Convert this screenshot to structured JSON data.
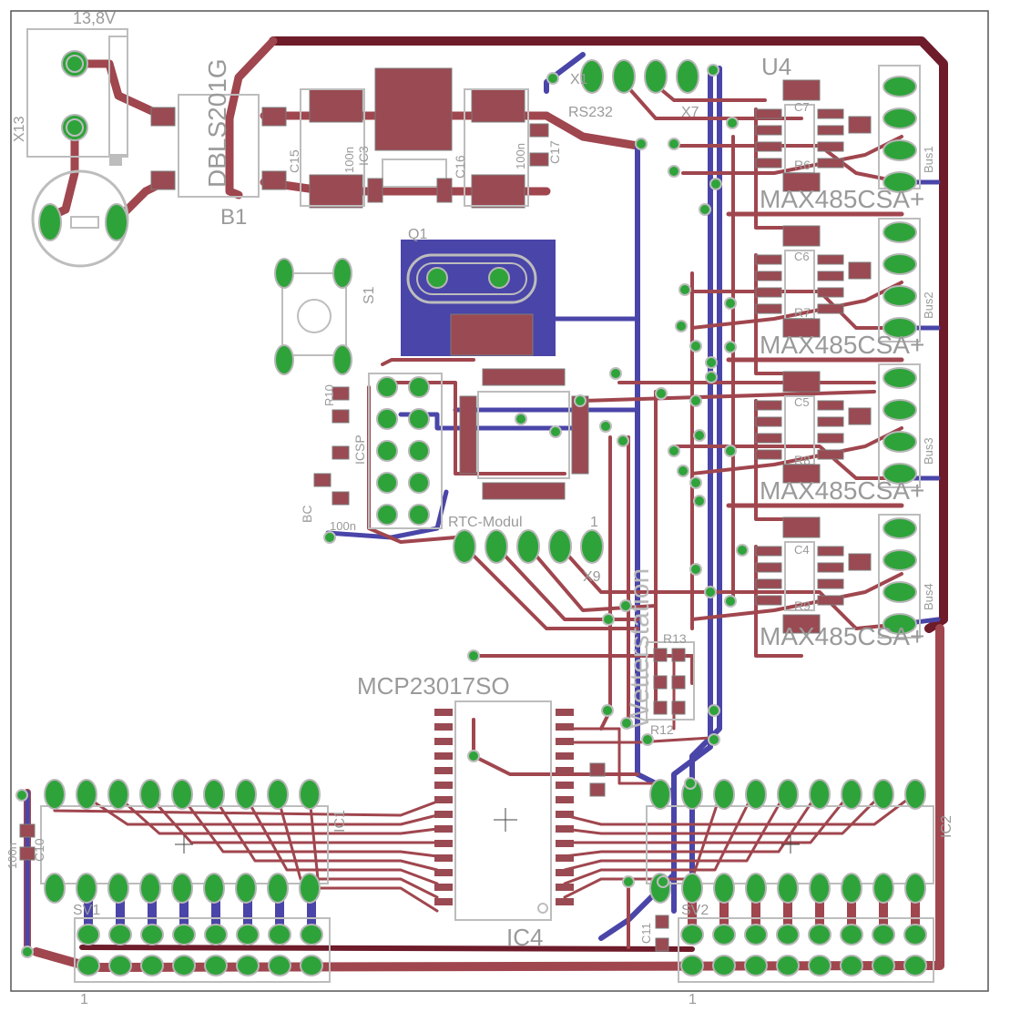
{
  "board": {
    "title": "PCB layout",
    "colors": {
      "background": "#ffffff",
      "top_copper": "#a0464e",
      "power_copper": "#6e1b2a",
      "bottom_copper": "#4a45a8",
      "pads": "#2ea33a",
      "silkscreen": "#9a9a9a"
    }
  },
  "labels": {
    "voltage": "13,8V",
    "x13": "X13",
    "bridge": "DBLS201G",
    "b1": "B1",
    "c15": "C15",
    "ic3": "IC3",
    "c16": "C16",
    "c17": "C17",
    "val_100n_a": "100n",
    "val_100n_b": "100n",
    "x1": "X1",
    "x7": "X7",
    "rs232": "RS232",
    "s1": "S1",
    "q1": "Q1",
    "rtc": "RTC-Modul",
    "x9": "X9",
    "one_a": "1",
    "mcp": "MCP23017SO",
    "ic4": "IC4",
    "r13": "R13",
    "r12": "R12",
    "ic1": "IC1",
    "ic2": "IC2",
    "c10": "C10",
    "val_100n_c": "100n",
    "c11": "C11",
    "one_b": "1",
    "one_c": "1",
    "sv1": "SV1",
    "sv2": "SV2",
    "u4": "U4",
    "max_1": "MAX485CSA+",
    "max_2": "MAX485CSA+",
    "max_3": "MAX485CSA+",
    "max_4": "MAX485CSA+",
    "c7": "C7",
    "c6": "C6",
    "c5": "C5",
    "c4": "C4",
    "r6": "R6",
    "r7": "R7",
    "r8": "R8",
    "r9": "R9",
    "bus1": "Bus1",
    "bus2": "Bus2",
    "bus3": "Bus3",
    "bus4": "Bus4",
    "icsp": "ICSP",
    "bc": "BC",
    "r10": "R10",
    "val_100n_d": "100n",
    "diagonal": "Wetterstation"
  }
}
